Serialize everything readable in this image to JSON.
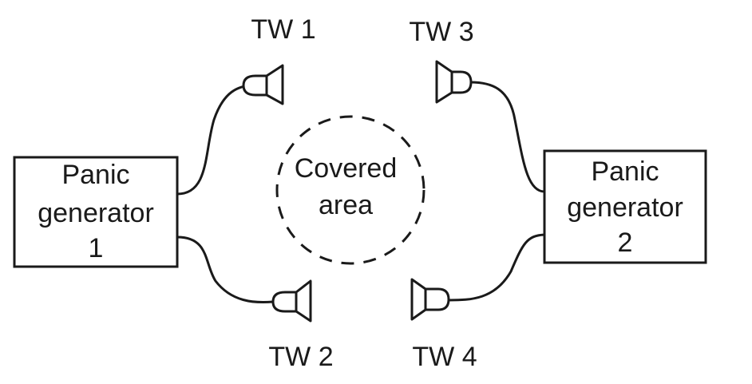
{
  "generators": [
    {
      "line1": "Panic",
      "line2": "generator",
      "line3": "1"
    },
    {
      "line1": "Panic",
      "line2": "generator",
      "line3": "2"
    }
  ],
  "transmitters": [
    {
      "label": "TW 1"
    },
    {
      "label": "TW 2"
    },
    {
      "label": "TW 3"
    },
    {
      "label": "TW 4"
    }
  ],
  "covered_area": {
    "line1": "Covered",
    "line2": "area"
  },
  "colors": {
    "stroke": "#1a1a1a",
    "background": "#ffffff"
  }
}
